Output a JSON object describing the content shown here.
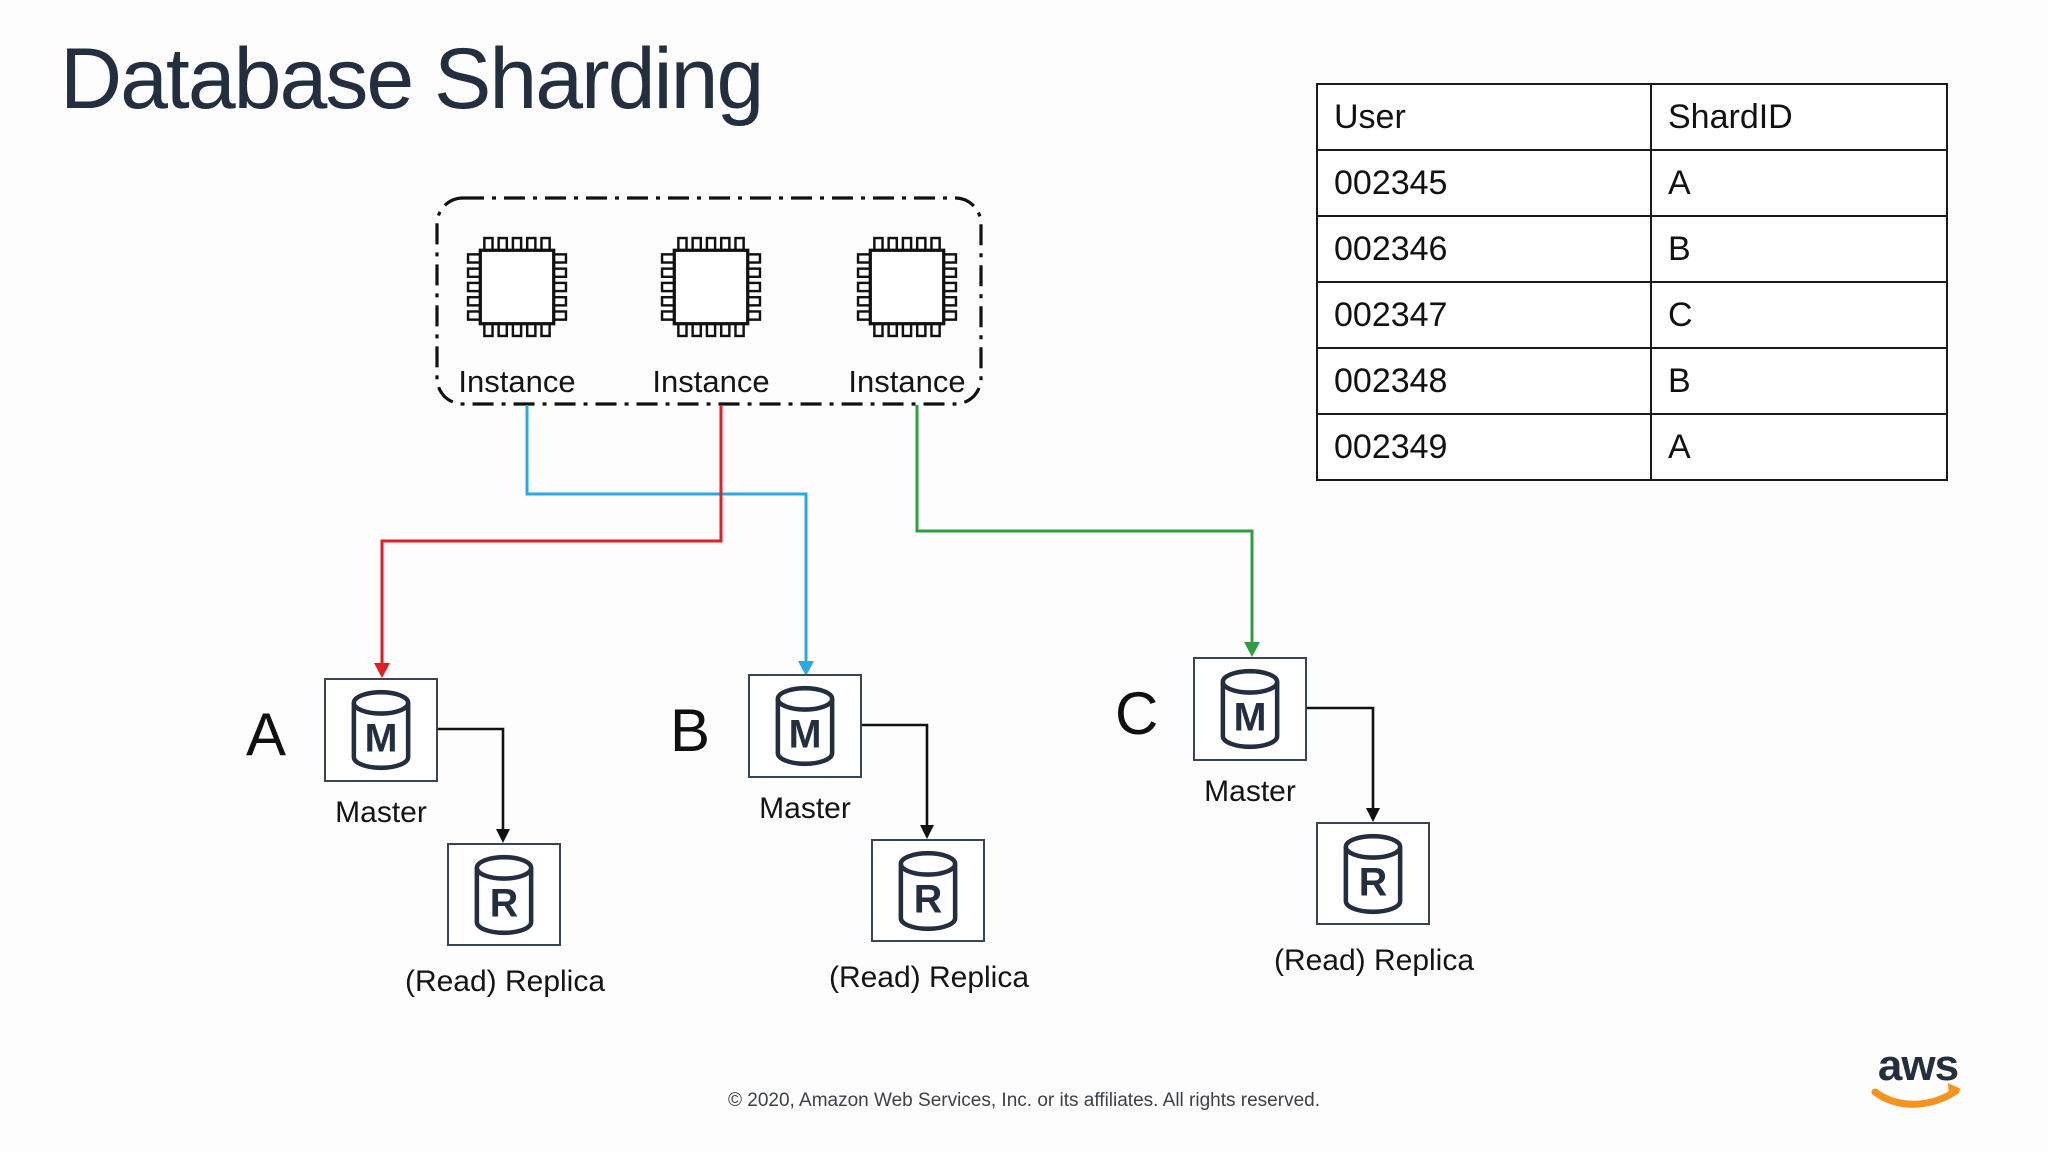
{
  "slide": {
    "title": "Database Sharding",
    "footer": "© 2020, Amazon Web Services, Inc. or its affiliates. All rights reserved."
  },
  "instances": {
    "items": [
      {
        "label": "Instance"
      },
      {
        "label": "Instance"
      },
      {
        "label": "Instance"
      }
    ]
  },
  "mapping_table": {
    "headers": {
      "user": "User",
      "shard": "ShardID"
    },
    "rows": [
      {
        "user": "002345",
        "shard": "A"
      },
      {
        "user": "002346",
        "shard": "B"
      },
      {
        "user": "002347",
        "shard": "C"
      },
      {
        "user": "002348",
        "shard": "B"
      },
      {
        "user": "002349",
        "shard": "A"
      }
    ]
  },
  "shards": [
    {
      "letter": "A",
      "master_label": "Master",
      "replica_label": "(Read) Replica"
    },
    {
      "letter": "B",
      "master_label": "Master",
      "replica_label": "(Read) Replica"
    },
    {
      "letter": "C",
      "master_label": "Master",
      "replica_label": "(Read) Replica"
    }
  ],
  "icons": {
    "master_letter": "M",
    "replica_letter": "R",
    "aws_logo_text": "aws"
  },
  "colors": {
    "route_blue": "#29abe2",
    "route_red": "#e01f26",
    "route_green": "#2f9e41",
    "ink": "#232f3e",
    "aws_orange": "#f6921e"
  }
}
